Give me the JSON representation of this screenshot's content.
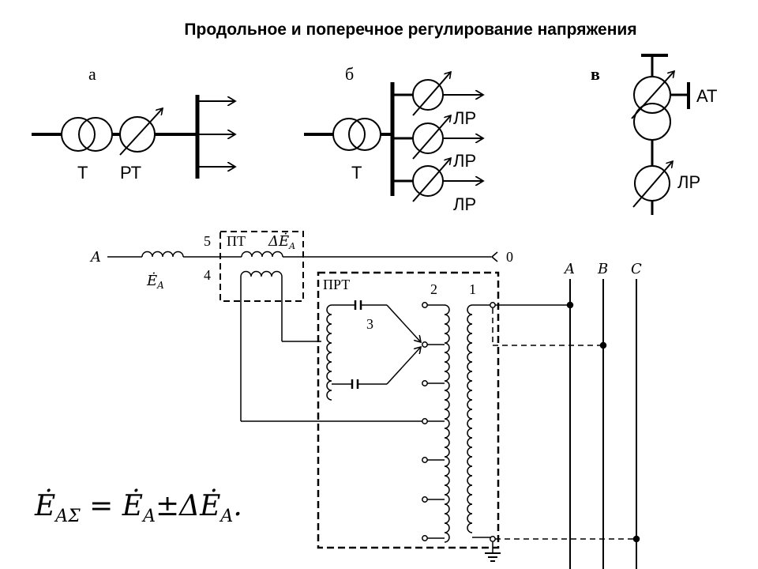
{
  "title": "Продольное и поперечное регулирование напряжения",
  "panel_a": {
    "letter": "а",
    "transformer_label": "Т",
    "regulator_label": "РТ"
  },
  "panel_b": {
    "letter": "б",
    "transformer_label": "Т",
    "line_regulator_labels": [
      "ЛР",
      "ЛР",
      "ЛР"
    ]
  },
  "panel_v": {
    "letter": "в",
    "autotransformer_label": "АТ",
    "line_regulator_label": "ЛР"
  },
  "scheme": {
    "phase_in": "A",
    "emf": "Ė",
    "emf_sub": "A",
    "booster_label": "ПТ",
    "delta_emf": "ΔĖ",
    "delta_emf_sub": "A",
    "terminal_5": "5",
    "terminal_4": "4",
    "terminal_0": "0",
    "regulator_label": "ПРТ",
    "winding_2": "2",
    "winding_1": "1",
    "winding_3": "3",
    "bus_labels": [
      "A",
      "B",
      "C"
    ]
  },
  "formula": {
    "text": "Ė",
    "sub1": "AΣ",
    "eq": " = Ė",
    "sub2": "A",
    "pm": "±ΔĖ",
    "sub3": "A",
    "end": "."
  }
}
